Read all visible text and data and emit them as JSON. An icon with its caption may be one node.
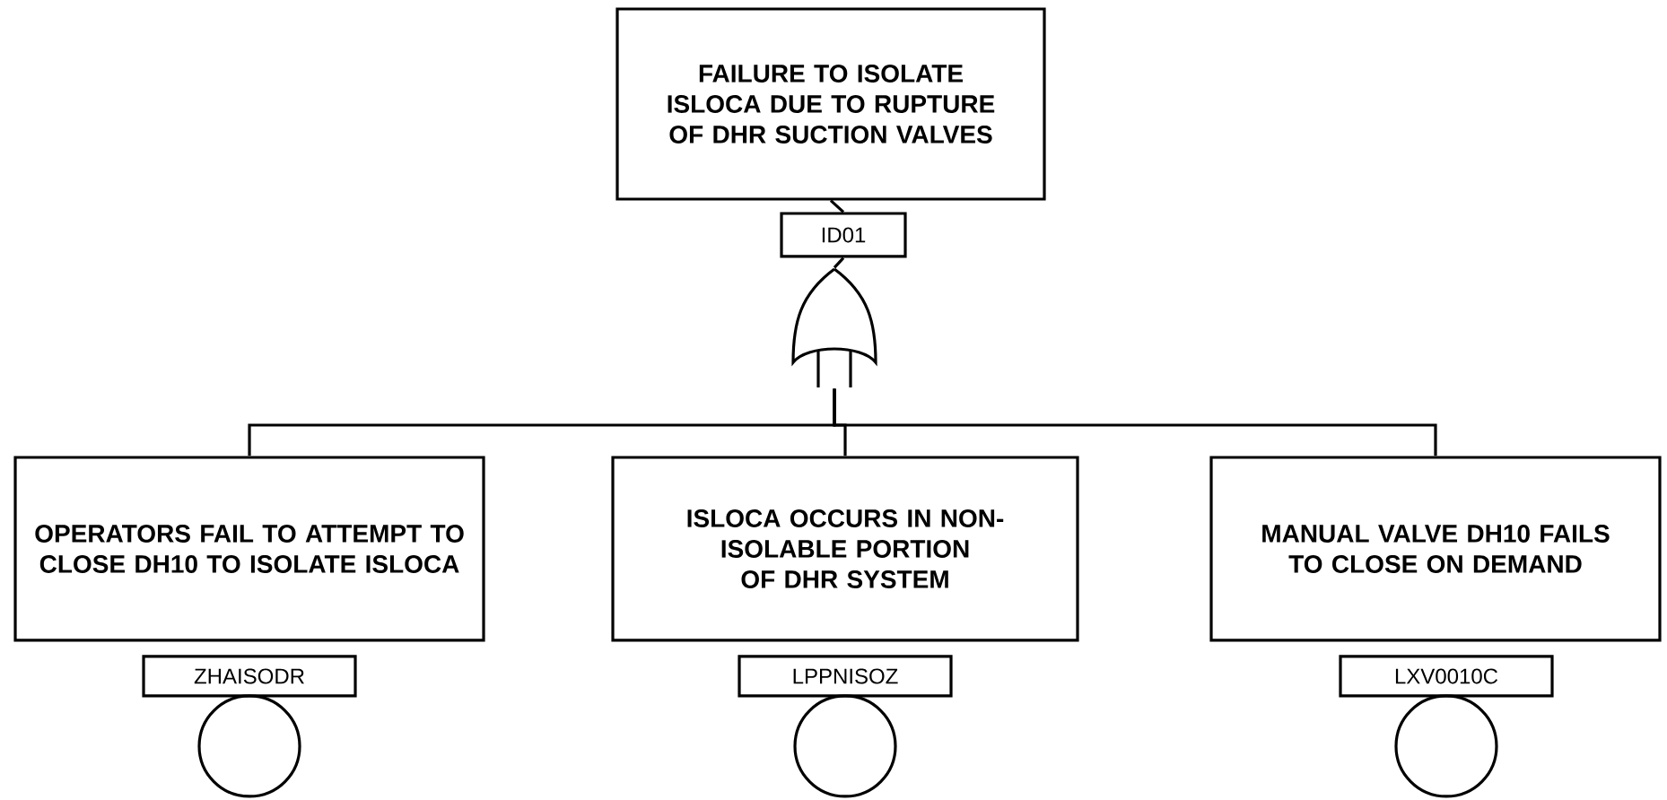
{
  "diagram": {
    "nodes": [
      {
        "text": [
          "FAILURE TO ISOLATE ISLOCA DUE TO RUPTURE OF DHR SUCTION VALVES"
        ]
      },
      {
        "text": [
          "ID01"
        ]
      },
      {
        "text": [],
        "shape": "gate"
      },
      {
        "text": [
          "OPERATORS FAIL TO ATTEMPT TO CLOSE DH10 TO ISOLATE ISLOCA"
        ]
      },
      {
        "text": [
          "ZHAISODR"
        ]
      },
      {
        "text": [],
        "shape": "circle"
      },
      {
        "text": [
          "ISLOCA OCCURS IN NON-ISOLABLE PORTION OF DHR SYSTEM"
        ]
      },
      {
        "text": [
          "LPPNISOZ"
        ]
      },
      {
        "text": [],
        "shape": "circle"
      },
      {
        "text": [
          "MANUAL VALVE DH10 FAILS TO CLOSE ON DEMAND"
        ]
      },
      {
        "text": [
          "LXV0010C"
        ]
      },
      {
        "text": [],
        "shape": "circle"
      }
    ],
    "edges": [
      {
        "from": 0,
        "to": 1,
        "arrow": "none"
      },
      {
        "from": 1,
        "to": 2,
        "arrow": "none"
      },
      {
        "from": 2,
        "to": 3,
        "arrow": "none"
      },
      {
        "from": 2,
        "to": 6,
        "arrow": "none"
      },
      {
        "from": 2,
        "to": 9,
        "arrow": "none"
      }
    ]
  }
}
